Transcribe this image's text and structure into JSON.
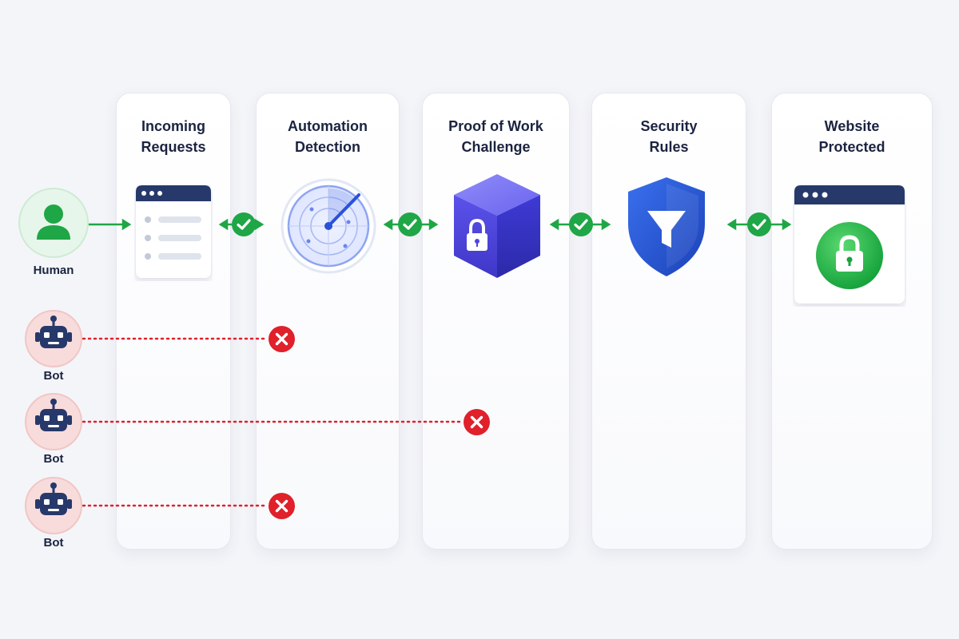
{
  "columns": [
    {
      "id": "incoming",
      "title": "Incoming\nRequests"
    },
    {
      "id": "automation",
      "title": "Automation\nDetection"
    },
    {
      "id": "pow",
      "title": "Proof of Work\nChallenge"
    },
    {
      "id": "security",
      "title": "Security\nRules"
    },
    {
      "id": "website",
      "title": "Website\nProtected"
    }
  ],
  "actors": {
    "human": {
      "label": "Human"
    },
    "bots": [
      {
        "label": "Bot"
      },
      {
        "label": "Bot"
      },
      {
        "label": "Bot"
      }
    ]
  },
  "colors": {
    "pass": "#1fa646",
    "block": "#e0202a",
    "navy": "#27396a",
    "violet": "#4f46e5",
    "shield": "#2456d6"
  }
}
